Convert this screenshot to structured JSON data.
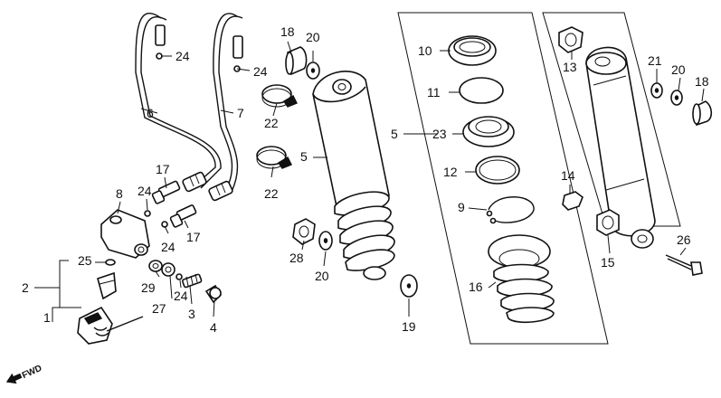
{
  "labels": {
    "l1": "1",
    "l2": "2",
    "l3": "3",
    "l4": "4",
    "l5a": "5",
    "l5b": "5",
    "l6": "6",
    "l7": "7",
    "l8": "8",
    "l9": "9",
    "l10": "10",
    "l11": "11",
    "l12": "12",
    "l13": "13",
    "l14": "14",
    "l15": "15",
    "l16": "16",
    "l17a": "17",
    "l17b": "17",
    "l18a": "18",
    "l18b": "18",
    "l19": "19",
    "l20a": "20",
    "l20b": "20",
    "l20c": "20",
    "l21": "21",
    "l22a": "22",
    "l22b": "22",
    "l23": "23",
    "l24a": "24",
    "l24b": "24",
    "l24c": "24",
    "l24d": "24",
    "l24e": "24",
    "l25": "25",
    "l26": "26",
    "l27": "27",
    "l28": "28",
    "l29": "29",
    "fwd": "FWD"
  }
}
